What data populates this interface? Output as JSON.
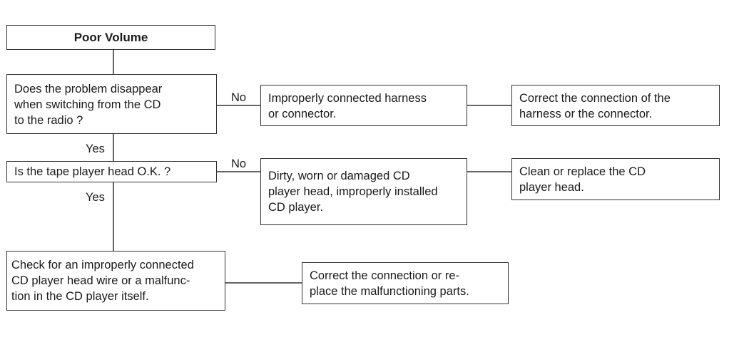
{
  "flowchart": {
    "title": "Poor Volume",
    "q1": {
      "text": "Does the problem disappear\nwhen switching from the CD\nto the radio ?",
      "no_label": "No",
      "yes_label": "Yes"
    },
    "r1": {
      "text": "Improperly connected harness\nor connector."
    },
    "a1": {
      "text": "Correct the connection of the\nharness or the connector."
    },
    "q2": {
      "text": "Is the tape player head O.K. ?",
      "no_label": "No",
      "yes_label": "Yes"
    },
    "r2": {
      "text": "Dirty, worn or damaged CD\nplayer head, improperly installed\nCD player."
    },
    "a2": {
      "text": "Clean or replace the CD\nplayer head."
    },
    "c3": {
      "text": "Check for an improperly connected\nCD player head wire or a malfunc-\ntion in the CD player itself."
    },
    "a3": {
      "text": "Correct the connection or re-\nplace the malfunctioning parts."
    }
  }
}
